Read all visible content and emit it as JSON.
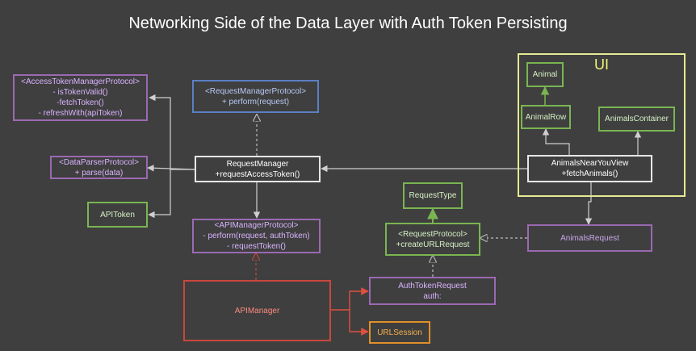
{
  "title": "Networking Side of the Data Layer with Auth Token Persisting",
  "ui_group_label": "UI",
  "colors": {
    "background": "#3f3f3f",
    "protocol_purple": "#9b69b2",
    "model_green": "#7ab552",
    "manager_white": "#e6e6e6",
    "request_manager_protocol_blue": "#5b7fc2",
    "api_manager_red": "#c8473d",
    "url_session_orange": "#e0902a",
    "ui_frame_yellow": "#e6ea95"
  },
  "nodes": {
    "access_token_manager_protocol": "<AccessTokenManagerProtocol>\n- isTokenValid()\n-fetchToken()\n- refreshWith(apiToken)",
    "request_manager_protocol": "<RequestManagerProtocol>\n+ perform(request)",
    "data_parser_protocol": "<DataParserProtocol>\n+ parse(data)",
    "request_manager": "RequestManager\n+requestAccessToken()",
    "api_token": "APIToken",
    "api_manager_protocol": "<APIManagerProtocol>\n- perform(request, authToken)\n- requestToken()",
    "request_type": "RequestType",
    "request_protocol": "<RequestProtocol>\n+createURLRequest",
    "animals_request": "AnimalsRequest",
    "auth_token_request": "AuthTokenRequest\nauth:",
    "api_manager": "APIManager",
    "url_session": "URLSession",
    "animal": "Animal",
    "animal_row": "AnimalRow",
    "animals_container": "AnimalsContainer",
    "animals_near_you_view": "AnimalsNearYouView\n+fetchAnimals()"
  }
}
